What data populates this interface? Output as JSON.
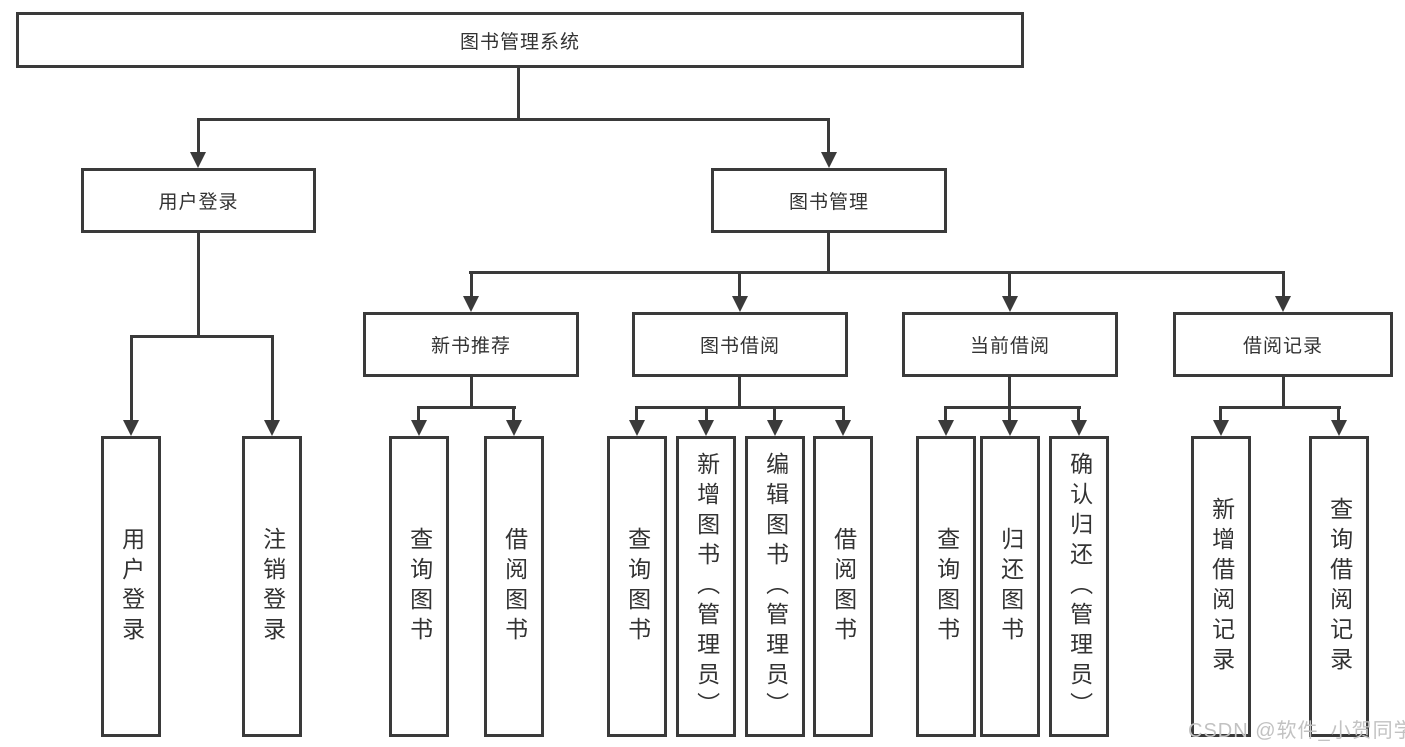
{
  "tree": {
    "root": "图书管理系统",
    "children": [
      {
        "label": "用户登录",
        "children": [
          {
            "label": "用户登录"
          },
          {
            "label": "注销登录"
          }
        ]
      },
      {
        "label": "图书管理",
        "children": [
          {
            "label": "新书推荐",
            "children": [
              {
                "label": "查询图书"
              },
              {
                "label": "借阅图书"
              }
            ]
          },
          {
            "label": "图书借阅",
            "children": [
              {
                "label": "查询图书"
              },
              {
                "label": "新增图书（管理员）"
              },
              {
                "label": "编辑图书（管理员）"
              },
              {
                "label": "借阅图书"
              }
            ]
          },
          {
            "label": "当前借阅",
            "children": [
              {
                "label": "查询图书"
              },
              {
                "label": "归还图书"
              },
              {
                "label": "确认归还（管理员）"
              }
            ]
          },
          {
            "label": "借阅记录",
            "children": [
              {
                "label": "新增借阅记录"
              },
              {
                "label": "查询借阅记录"
              }
            ]
          }
        ]
      }
    ]
  },
  "watermark": {
    "label": "CSDN @软件_小贺同学"
  },
  "colors": {
    "line": "#3a3a3a",
    "text": "#333333",
    "watermark": "#c2c2c2",
    "background": "#ffffff"
  }
}
